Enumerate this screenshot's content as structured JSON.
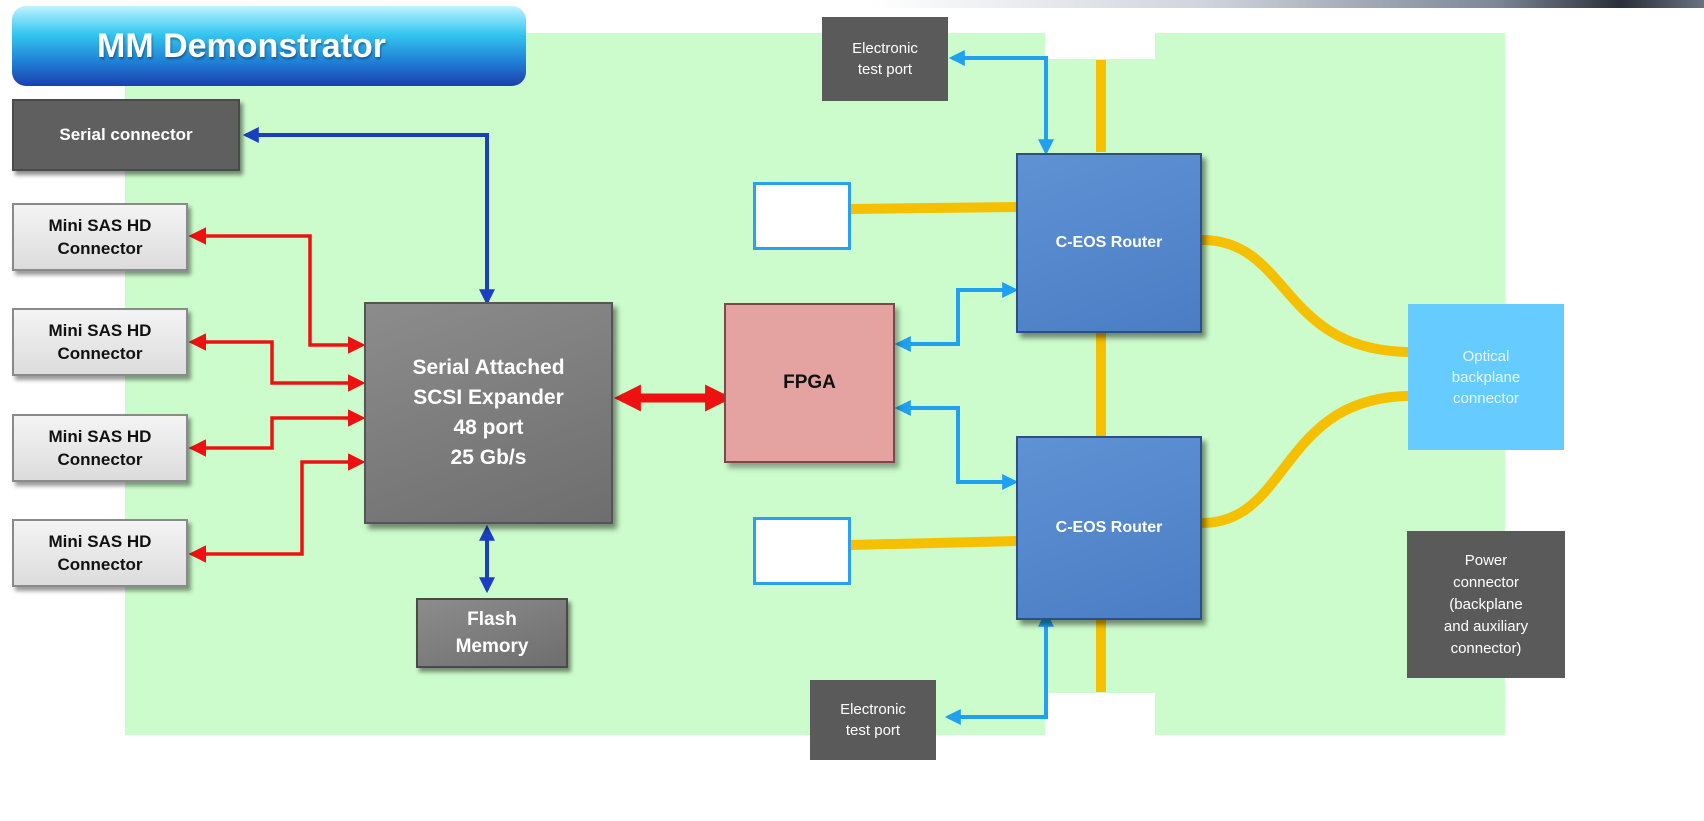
{
  "title": "MM Demonstrator",
  "serial_connector": "Serial connector",
  "sas_connectors": [
    {
      "line1": "Mini SAS HD",
      "line2": "Connector"
    },
    {
      "line1": "Mini SAS HD",
      "line2": "Connector"
    },
    {
      "line1": "Mini SAS HD",
      "line2": "Connector"
    },
    {
      "line1": "Mini SAS HD",
      "line2": "Connector"
    }
  ],
  "expander": {
    "line1": "Serial Attached",
    "line2": "SCSI Expander",
    "line3": "48 port",
    "line4": "25 Gb/s"
  },
  "flash": {
    "line1": "Flash",
    "line2": "Memory"
  },
  "fpga": "FPGA",
  "routers": [
    "C-EOS Router",
    "C-EOS Router"
  ],
  "test_ports": [
    {
      "line1": "Electronic",
      "line2": "test port"
    },
    {
      "line1": "Electronic",
      "line2": "test port"
    }
  ],
  "optical": {
    "line1": "Optical",
    "line2": "backplane",
    "line3": "connector"
  },
  "power": {
    "line1": "Power",
    "line2": "connector",
    "line3": "(backplane",
    "line4": "and auxiliary",
    "line5": "connector)"
  },
  "colors": {
    "board": "#ccfccc",
    "red_link": "#ee1111",
    "blue_link": "#1a3fc0",
    "light_blue_link": "#1fa0f0",
    "optical_fibre": "#f5c000",
    "router": "#4f86cc",
    "fpga": "#e4a3a0"
  }
}
